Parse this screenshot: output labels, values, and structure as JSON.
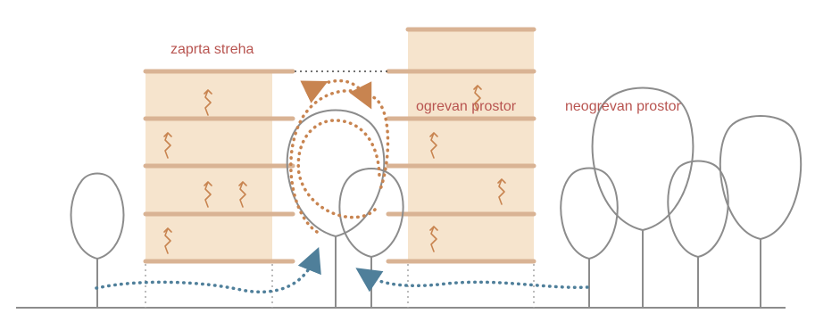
{
  "labels": {
    "closed_roof": "zaprta streha",
    "heated_space": "ogrevan prostor",
    "unheated_space": "neogrevan prostor"
  },
  "colors": {
    "label": "#b85450",
    "building_fill": "#f6e4cd",
    "slab": "#d9b394",
    "warm_air": "#c88450",
    "cool_air": "#4f7f9a",
    "tree": "#8c8c8c",
    "ground": "#8c8c8c",
    "guide_dots": "#a6a6a6"
  },
  "icons": {
    "warmth": "wavy-up-arrow-icon",
    "tree": "tree-icon"
  }
}
